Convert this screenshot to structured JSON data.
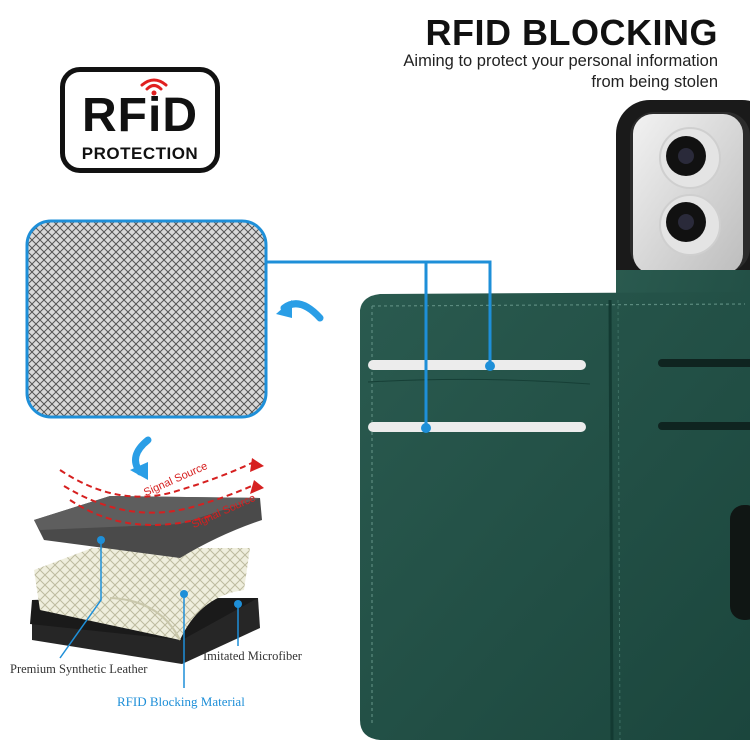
{
  "header": {
    "title": "RFID BLOCKING",
    "subtitle_line1": "Aiming to protect your personal information",
    "subtitle_line2": "from being stolen"
  },
  "badge": {
    "word": "RFiD",
    "sub": "PROTECTION"
  },
  "layers": {
    "signal_1": "Signal Source",
    "signal_2": "Signal Source",
    "premium_leather": "Premium Synthetic Leather",
    "microfiber": "Imitated Microfiber",
    "rfid_material": "RFID Blocking Material"
  },
  "colors": {
    "accent_blue": "#1e8fd8",
    "leather_green": "#1f4f45",
    "signal_red": "#d62020"
  },
  "icons": [
    "wifi-signal-icon",
    "curved-arrow-icon",
    "curved-arrow-down-icon"
  ]
}
